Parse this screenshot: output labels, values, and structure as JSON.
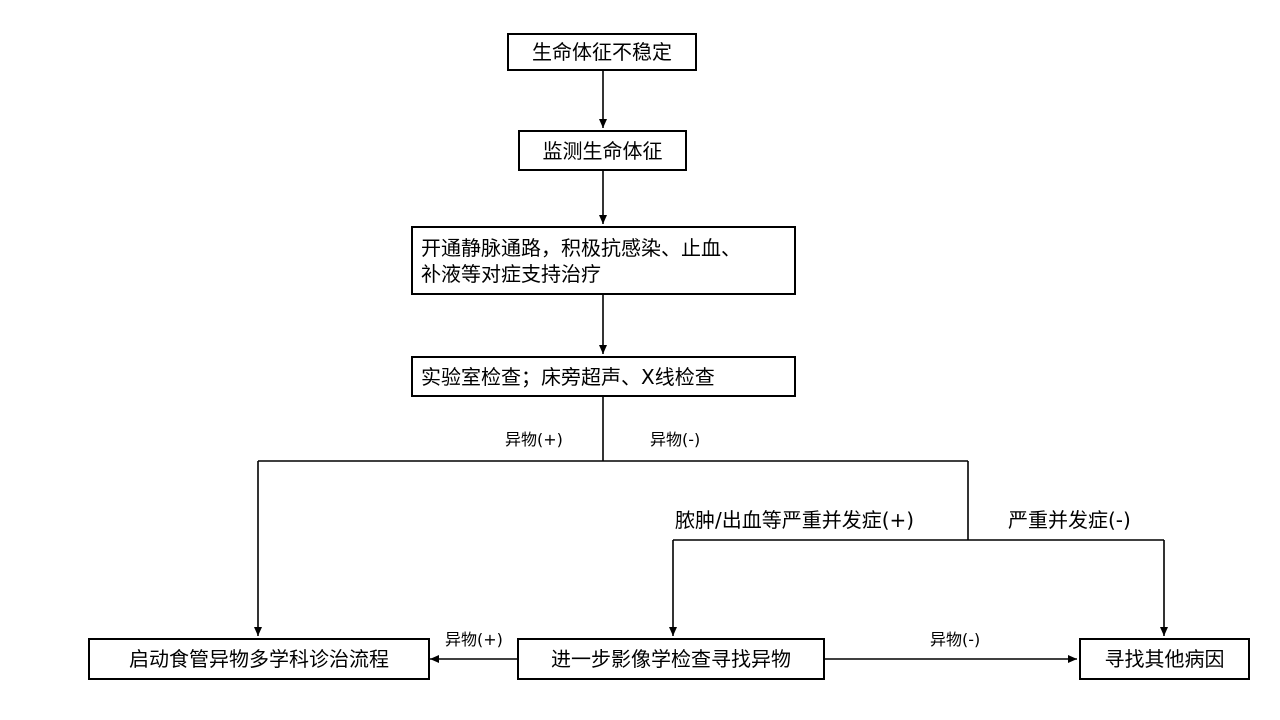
{
  "nodes": {
    "unstable_vitals": "生命体征不稳定",
    "monitor_vitals": "监测生命体征",
    "supportive_care_line1": "开通静脉通路，积极抗感染、止血、",
    "supportive_care_line2": "补液等对症支持治疗",
    "lab_exam": "实验室检查；床旁超声、X线检查",
    "mdt_process": "启动食管异物多学科诊治流程",
    "further_imaging": "进一步影像学检查寻找异物",
    "other_causes": "寻找其他病因"
  },
  "edge_labels": {
    "fb_positive_top": "异物(+)",
    "fb_negative_top": "异物(-)",
    "complication_positive": "脓肿/出血等严重并发症(+)",
    "complication_negative": "严重并发症(-)",
    "fb_positive_bottom": "异物(+)",
    "fb_negative_bottom": "异物(-)"
  }
}
